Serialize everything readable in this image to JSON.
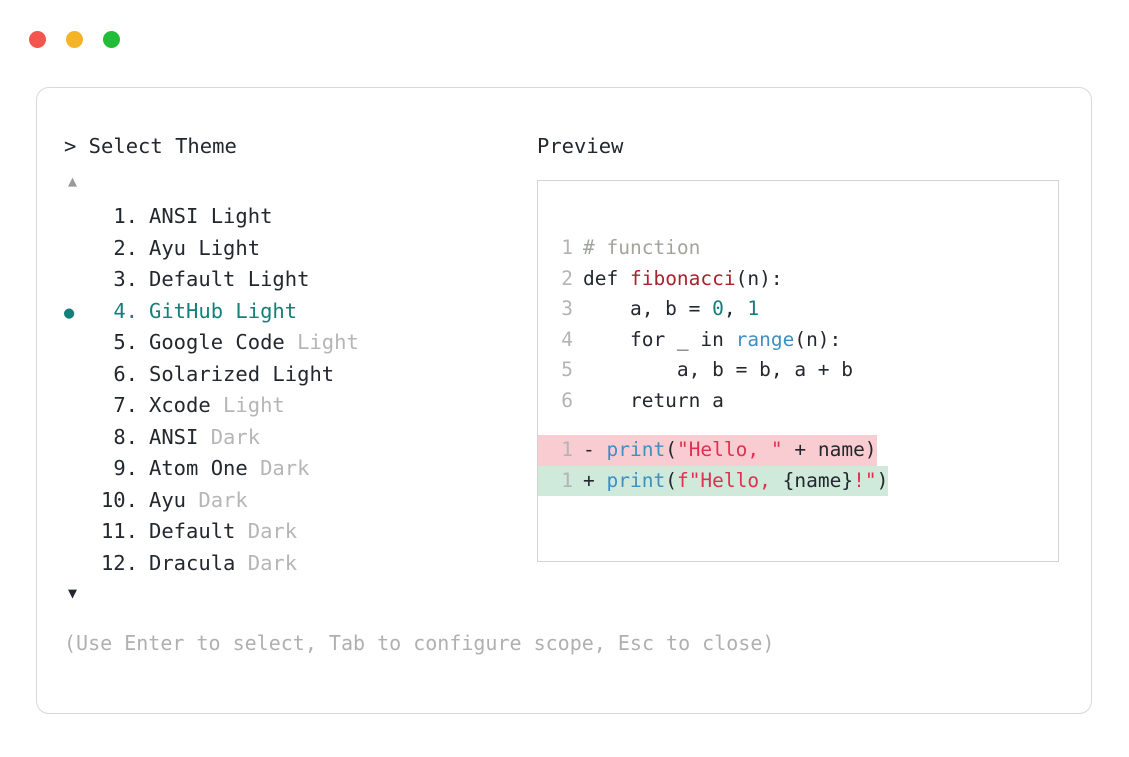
{
  "window": {
    "traffic_lights": [
      {
        "name": "close-button",
        "color": "#f4554e"
      },
      {
        "name": "minimize-button",
        "color": "#f5b328"
      },
      {
        "name": "maximize-button",
        "color": "#22bd38"
      }
    ]
  },
  "prompt": {
    "marker": ">",
    "title": "Select Theme",
    "full": "> Select Theme"
  },
  "scroll": {
    "up_arrow": "▲",
    "down_arrow": "▼"
  },
  "theme_list": {
    "selected_index": 4,
    "bullet": "●",
    "items": [
      {
        "index": "1.",
        "name": "ANSI",
        "variant": " Light",
        "dim_variant": false,
        "selected": false
      },
      {
        "index": "2.",
        "name": "Ayu",
        "variant": " Light",
        "dim_variant": false,
        "selected": false
      },
      {
        "index": "3.",
        "name": "Default",
        "variant": " Light",
        "dim_variant": false,
        "selected": false
      },
      {
        "index": "4.",
        "name": "GitHub",
        "variant": " Light",
        "dim_variant": false,
        "selected": true
      },
      {
        "index": "5.",
        "name": "Google Code",
        "variant": " Light",
        "dim_variant": true,
        "selected": false
      },
      {
        "index": "6.",
        "name": "Solarized",
        "variant": " Light",
        "dim_variant": false,
        "selected": false
      },
      {
        "index": "7.",
        "name": "Xcode",
        "variant": " Light",
        "dim_variant": true,
        "selected": false
      },
      {
        "index": "8.",
        "name": "ANSI",
        "variant": " Dark",
        "dim_variant": true,
        "selected": false
      },
      {
        "index": "9.",
        "name": "Atom One",
        "variant": " Dark",
        "dim_variant": true,
        "selected": false
      },
      {
        "index": "10.",
        "name": "Ayu",
        "variant": " Dark",
        "dim_variant": true,
        "selected": false
      },
      {
        "index": "11.",
        "name": "Default",
        "variant": " Dark",
        "dim_variant": true,
        "selected": false
      },
      {
        "index": "12.",
        "name": "Dracula",
        "variant": " Dark",
        "dim_variant": true,
        "selected": false
      }
    ]
  },
  "preview": {
    "heading": "Preview",
    "code_lines": [
      {
        "num": "1",
        "tokens": [
          {
            "t": "# function",
            "c": "comment"
          }
        ]
      },
      {
        "num": "2",
        "tokens": [
          {
            "t": "def ",
            "c": "plain"
          },
          {
            "t": "fibonacci",
            "c": "fn"
          },
          {
            "t": "(n):",
            "c": "plain"
          }
        ]
      },
      {
        "num": "3",
        "tokens": [
          {
            "t": "    a, b = ",
            "c": "plain"
          },
          {
            "t": "0",
            "c": "num"
          },
          {
            "t": ", ",
            "c": "plain"
          },
          {
            "t": "1",
            "c": "num"
          }
        ]
      },
      {
        "num": "4",
        "tokens": [
          {
            "t": "    for _ in ",
            "c": "plain"
          },
          {
            "t": "range",
            "c": "builtin"
          },
          {
            "t": "(n):",
            "c": "plain"
          }
        ]
      },
      {
        "num": "5",
        "tokens": [
          {
            "t": "        a, b = b, a + b",
            "c": "plain"
          }
        ]
      },
      {
        "num": "6",
        "tokens": [
          {
            "t": "    return a",
            "c": "plain"
          }
        ]
      }
    ],
    "diff_lines": [
      {
        "num": "1",
        "marker": "-",
        "kind": "minus",
        "bg": "#f9ccd2",
        "tokens": [
          {
            "t": "print",
            "c": "builtin"
          },
          {
            "t": "(",
            "c": "plain"
          },
          {
            "t": "\"Hello, \"",
            "c": "str"
          },
          {
            "t": " + name)",
            "c": "plain"
          }
        ]
      },
      {
        "num": "1",
        "marker": "+",
        "kind": "plus",
        "bg": "#cfe9da",
        "tokens": [
          {
            "t": "print",
            "c": "builtin"
          },
          {
            "t": "(",
            "c": "plain"
          },
          {
            "t": "f\"Hello, ",
            "c": "str"
          },
          {
            "t": "{name}",
            "c": "plain"
          },
          {
            "t": "!\"",
            "c": "str"
          },
          {
            "t": ")",
            "c": "plain"
          }
        ]
      }
    ]
  },
  "footer": {
    "hint": "(Use Enter to select, Tab to configure scope, Esc to close)"
  },
  "colors": {
    "accent_teal": "#15807a",
    "text": "#23272e",
    "dim_text": "#b6b6b6",
    "border": "#d8d8d8",
    "diff_remove_bg": "#f9ccd2",
    "diff_add_bg": "#cfe9da"
  }
}
